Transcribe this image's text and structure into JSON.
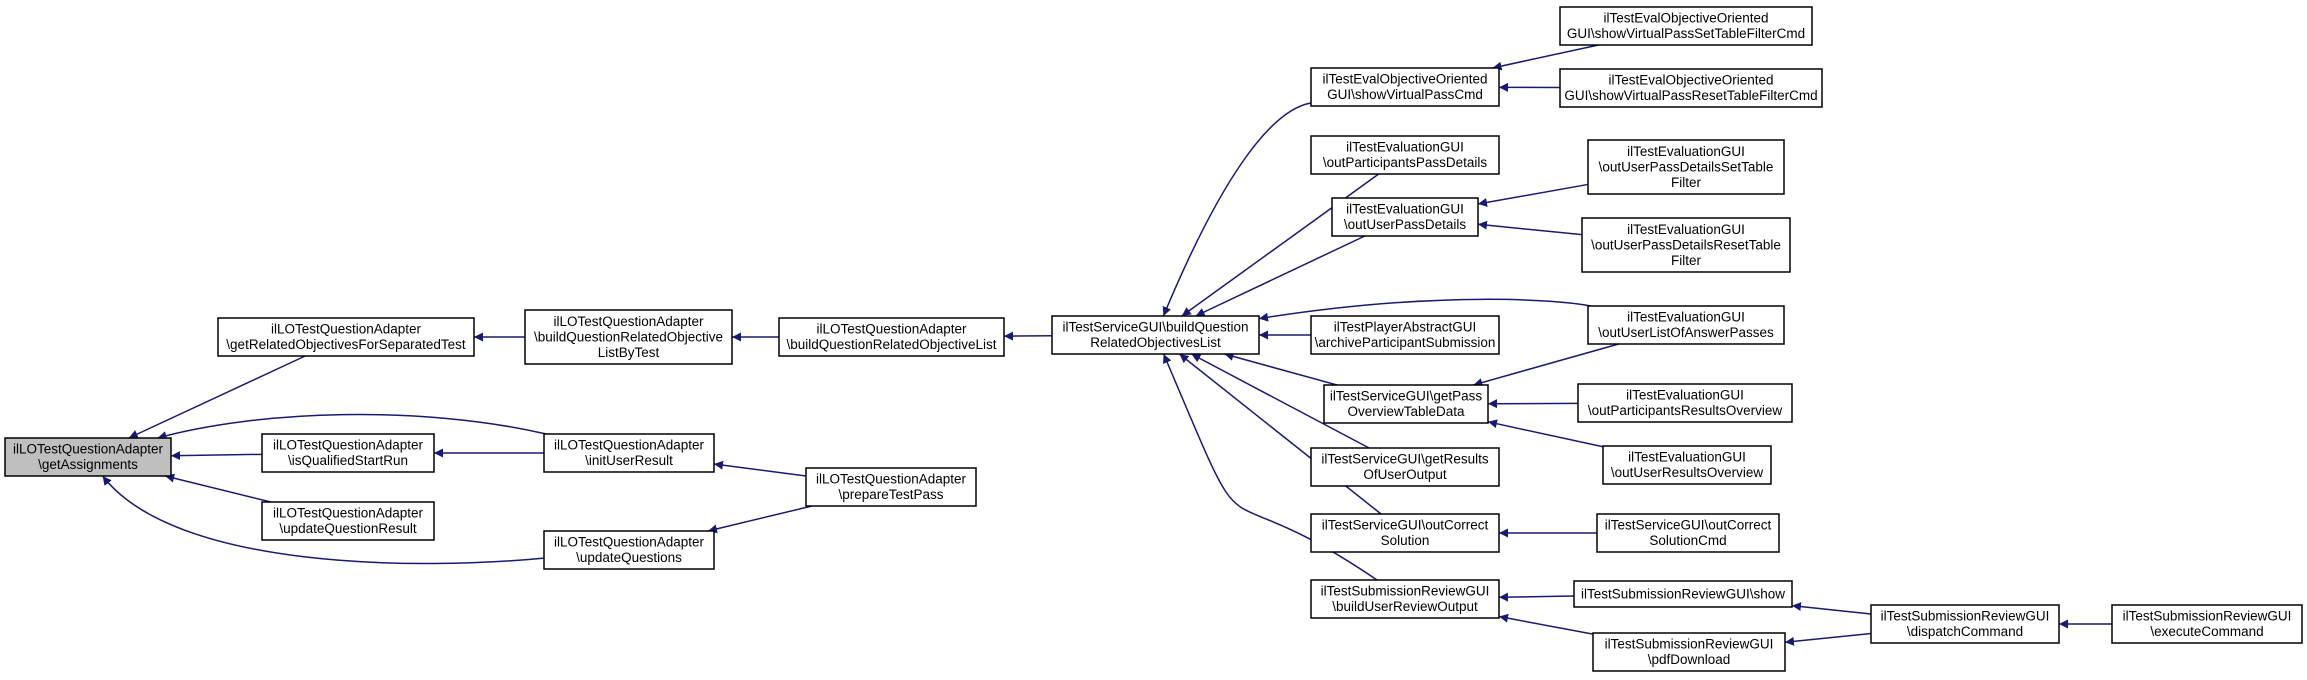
{
  "graph": {
    "edge_color": "#191970",
    "root_fill": "#bfbfbf",
    "nodes": [
      {
        "id": "getAssignments",
        "lines": [
          "ilLOTestQuestionAdapter",
          "\\getAssignments"
        ],
        "root": true
      },
      {
        "id": "getRelatedObjectivesForSeparatedTest",
        "lines": [
          "ilLOTestQuestionAdapter",
          "\\getRelatedObjectivesForSeparatedTest"
        ]
      },
      {
        "id": "isQualifiedStartRun",
        "lines": [
          "ilLOTestQuestionAdapter",
          "\\isQualifiedStartRun"
        ]
      },
      {
        "id": "updateQuestionResult",
        "lines": [
          "ilLOTestQuestionAdapter",
          "\\updateQuestionResult"
        ]
      },
      {
        "id": "buildQuestionRelatedObjectiveListByTest",
        "lines": [
          "ilLOTestQuestionAdapter",
          "\\buildQuestionRelatedObjective",
          "ListByTest"
        ]
      },
      {
        "id": "initUserResult",
        "lines": [
          "ilLOTestQuestionAdapter",
          "\\initUserResult"
        ]
      },
      {
        "id": "updateQuestions",
        "lines": [
          "ilLOTestQuestionAdapter",
          "\\updateQuestions"
        ]
      },
      {
        "id": "buildQuestionRelatedObjectiveList",
        "lines": [
          "ilLOTestQuestionAdapter",
          "\\buildQuestionRelatedObjectiveList"
        ]
      },
      {
        "id": "prepareTestPass",
        "lines": [
          "ilLOTestQuestionAdapter",
          "\\prepareTestPass"
        ]
      },
      {
        "id": "tsBuildQuestionRelatedObjectivesList",
        "lines": [
          "ilTestServiceGUI\\buildQuestion",
          "RelatedObjectivesList"
        ]
      },
      {
        "id": "showVirtualPassCmd",
        "lines": [
          "ilTestEvalObjectiveOriented",
          "GUI\\showVirtualPassCmd"
        ]
      },
      {
        "id": "outParticipantsPassDetails",
        "lines": [
          "ilTestEvaluationGUI",
          "\\outParticipantsPassDetails"
        ]
      },
      {
        "id": "outUserPassDetails",
        "lines": [
          "ilTestEvaluationGUI",
          "\\outUserPassDetails"
        ]
      },
      {
        "id": "archiveParticipantSubmission",
        "lines": [
          "ilTestPlayerAbstractGUI",
          "\\archiveParticipantSubmission"
        ]
      },
      {
        "id": "getPassOverviewTableData",
        "lines": [
          "ilTestServiceGUI\\getPass",
          "OverviewTableData"
        ]
      },
      {
        "id": "getResultsOfUserOutput",
        "lines": [
          "ilTestServiceGUI\\getResults",
          "OfUserOutput"
        ]
      },
      {
        "id": "outCorrectSolution",
        "lines": [
          "ilTestServiceGUI\\outCorrect",
          "Solution"
        ]
      },
      {
        "id": "buildUserReviewOutput",
        "lines": [
          "ilTestSubmissionReviewGUI",
          "\\buildUserReviewOutput"
        ]
      },
      {
        "id": "showVirtualPassSetTableFilterCmd",
        "lines": [
          "ilTestEvalObjectiveOriented",
          "GUI\\showVirtualPassSetTableFilterCmd"
        ]
      },
      {
        "id": "showVirtualPassResetTableFilterCmd",
        "lines": [
          "ilTestEvalObjectiveOriented",
          "GUI\\showVirtualPassResetTableFilterCmd"
        ]
      },
      {
        "id": "outUserPassDetailsSetTableFilter",
        "lines": [
          "ilTestEvaluationGUI",
          "\\outUserPassDetailsSetTable",
          "Filter"
        ]
      },
      {
        "id": "outUserPassDetailsResetTableFilter",
        "lines": [
          "ilTestEvaluationGUI",
          "\\outUserPassDetailsResetTable",
          "Filter"
        ]
      },
      {
        "id": "outUserListOfAnswerPasses",
        "lines": [
          "ilTestEvaluationGUI",
          "\\outUserListOfAnswerPasses"
        ]
      },
      {
        "id": "outParticipantsResultsOverview",
        "lines": [
          "ilTestEvaluationGUI",
          "\\outParticipantsResultsOverview"
        ]
      },
      {
        "id": "outUserResultsOverview",
        "lines": [
          "ilTestEvaluationGUI",
          "\\outUserResultsOverview"
        ]
      },
      {
        "id": "outCorrectSolutionCmd",
        "lines": [
          "ilTestServiceGUI\\outCorrect",
          "SolutionCmd"
        ]
      },
      {
        "id": "srShow",
        "lines": [
          "ilTestSubmissionReviewGUI\\show"
        ]
      },
      {
        "id": "pdfDownload",
        "lines": [
          "ilTestSubmissionReviewGUI",
          "\\pdfDownload"
        ]
      },
      {
        "id": "dispatchCommand",
        "lines": [
          "ilTestSubmissionReviewGUI",
          "\\dispatchCommand"
        ]
      },
      {
        "id": "executeCommand",
        "lines": [
          "ilTestSubmissionReviewGUI",
          "\\executeCommand"
        ]
      }
    ],
    "edges": [
      {
        "from": "getRelatedObjectivesForSeparatedTest",
        "to": "getAssignments"
      },
      {
        "from": "isQualifiedStartRun",
        "to": "getAssignments"
      },
      {
        "from": "updateQuestionResult",
        "to": "getAssignments"
      },
      {
        "from": "initUserResult",
        "to": "getAssignments"
      },
      {
        "from": "updateQuestions",
        "to": "getAssignments"
      },
      {
        "from": "buildQuestionRelatedObjectiveListByTest",
        "to": "getRelatedObjectivesForSeparatedTest"
      },
      {
        "from": "initUserResult",
        "to": "isQualifiedStartRun"
      },
      {
        "from": "buildQuestionRelatedObjectiveList",
        "to": "buildQuestionRelatedObjectiveListByTest"
      },
      {
        "from": "prepareTestPass",
        "to": "initUserResult"
      },
      {
        "from": "prepareTestPass",
        "to": "updateQuestions"
      },
      {
        "from": "tsBuildQuestionRelatedObjectivesList",
        "to": "buildQuestionRelatedObjectiveList"
      },
      {
        "from": "showVirtualPassCmd",
        "to": "tsBuildQuestionRelatedObjectivesList"
      },
      {
        "from": "outParticipantsPassDetails",
        "to": "tsBuildQuestionRelatedObjectivesList"
      },
      {
        "from": "outUserPassDetails",
        "to": "tsBuildQuestionRelatedObjectivesList"
      },
      {
        "from": "outUserListOfAnswerPasses",
        "to": "tsBuildQuestionRelatedObjectivesList"
      },
      {
        "from": "archiveParticipantSubmission",
        "to": "tsBuildQuestionRelatedObjectivesList"
      },
      {
        "from": "getPassOverviewTableData",
        "to": "tsBuildQuestionRelatedObjectivesList"
      },
      {
        "from": "getResultsOfUserOutput",
        "to": "tsBuildQuestionRelatedObjectivesList"
      },
      {
        "from": "outCorrectSolution",
        "to": "tsBuildQuestionRelatedObjectivesList"
      },
      {
        "from": "buildUserReviewOutput",
        "to": "tsBuildQuestionRelatedObjectivesList"
      },
      {
        "from": "showVirtualPassSetTableFilterCmd",
        "to": "showVirtualPassCmd"
      },
      {
        "from": "showVirtualPassResetTableFilterCmd",
        "to": "showVirtualPassCmd"
      },
      {
        "from": "outUserPassDetailsSetTableFilter",
        "to": "outUserPassDetails"
      },
      {
        "from": "outUserPassDetailsResetTableFilter",
        "to": "outUserPassDetails"
      },
      {
        "from": "outUserListOfAnswerPasses",
        "to": "getPassOverviewTableData"
      },
      {
        "from": "outParticipantsResultsOverview",
        "to": "getPassOverviewTableData"
      },
      {
        "from": "outUserResultsOverview",
        "to": "getPassOverviewTableData"
      },
      {
        "from": "outCorrectSolutionCmd",
        "to": "outCorrectSolution"
      },
      {
        "from": "srShow",
        "to": "buildUserReviewOutput"
      },
      {
        "from": "pdfDownload",
        "to": "buildUserReviewOutput"
      },
      {
        "from": "dispatchCommand",
        "to": "srShow"
      },
      {
        "from": "dispatchCommand",
        "to": "pdfDownload"
      },
      {
        "from": "executeCommand",
        "to": "dispatchCommand"
      }
    ]
  }
}
